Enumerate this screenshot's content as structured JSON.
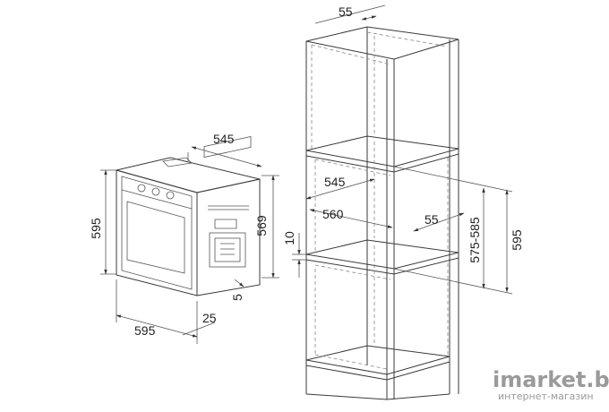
{
  "dimensions": {
    "oven_height": "595",
    "oven_width": "595",
    "oven_depth": "545",
    "oven_front_height": "569",
    "door_thickness": "25",
    "gap": "5",
    "niche_top_depth": "55",
    "niche_depth": "545",
    "niche_inner_depth": "560",
    "niche_side_depth": "55",
    "niche_height_range": "575-585",
    "niche_total_height": "595",
    "shelf_thickness": "10"
  },
  "watermark": {
    "brand": "imarket.by",
    "tagline": "интернет-магазин"
  }
}
